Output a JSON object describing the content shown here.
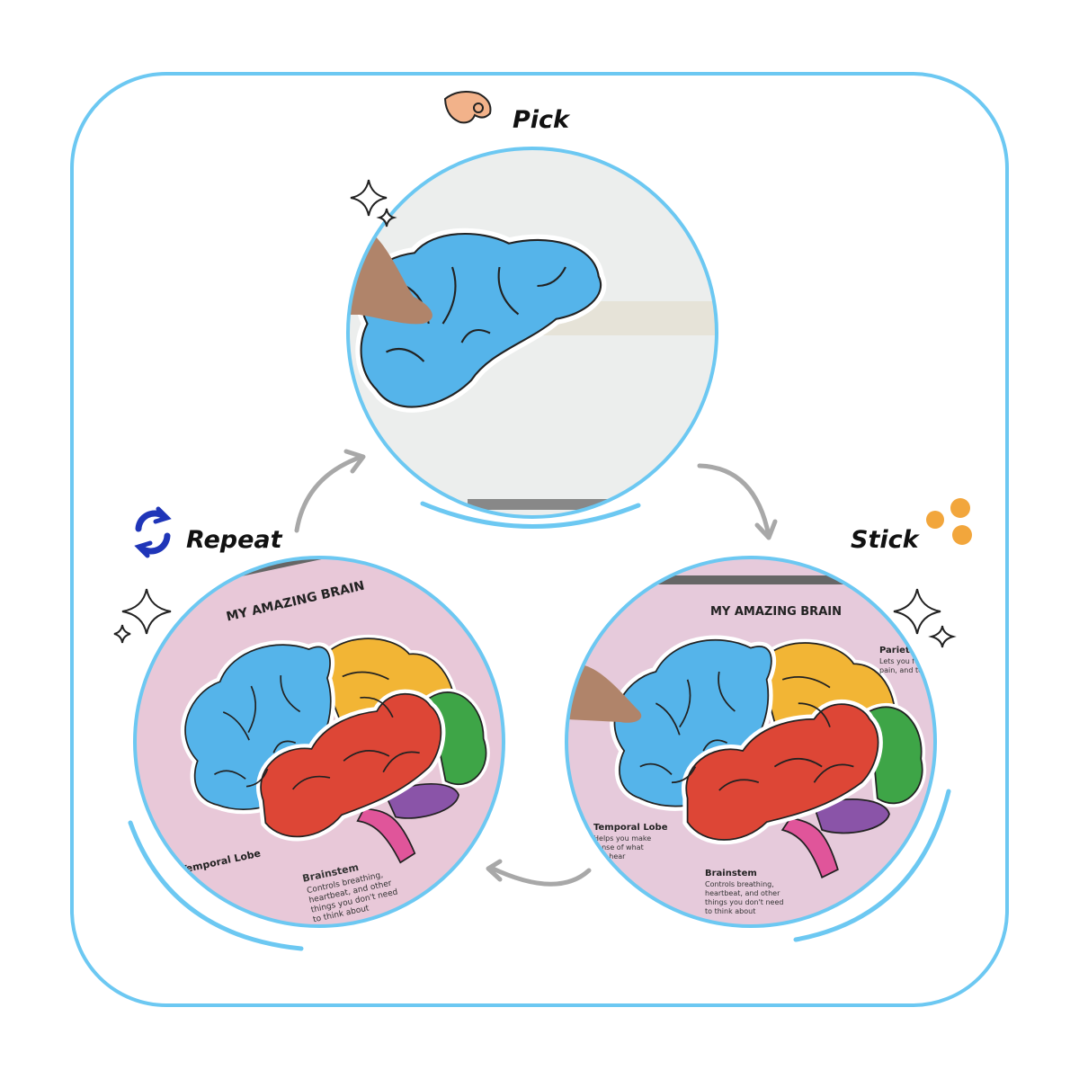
{
  "steps": [
    {
      "label": "Pick",
      "icon": "pinch-hand-icon"
    },
    {
      "label": "Stick",
      "icon": "orange-dots-icon"
    },
    {
      "label": "Repeat",
      "icon": "cycle-arrows-icon"
    }
  ],
  "book": {
    "title": "MY AMAZING BRAIN",
    "temporal_title": "Temporal Lobe",
    "temporal_desc": [
      "Helps you make",
      "sense of what",
      "you hear"
    ],
    "brainstem_title": "Brainstem",
    "brainstem_desc": [
      "Controls breathing,",
      "heartbeat, and other",
      "things you don't need",
      "to think about"
    ],
    "parietal_title": "Parietal",
    "parietal_desc": [
      "Lets you feel",
      "pain, and temp"
    ]
  },
  "colors": {
    "frame": "#6cc8f2",
    "arrow": "#a8a8a8",
    "blue_lobe": "#55b4ea",
    "yellow_lobe": "#f2b535",
    "red_lobe": "#dd4636",
    "green_lobe": "#3ea547",
    "purple": "#8a54a8",
    "pink": "#e0559a",
    "page_pink": "#e8c8d8",
    "orange": "#f2a63c",
    "repeat_blue": "#1f35b8"
  }
}
